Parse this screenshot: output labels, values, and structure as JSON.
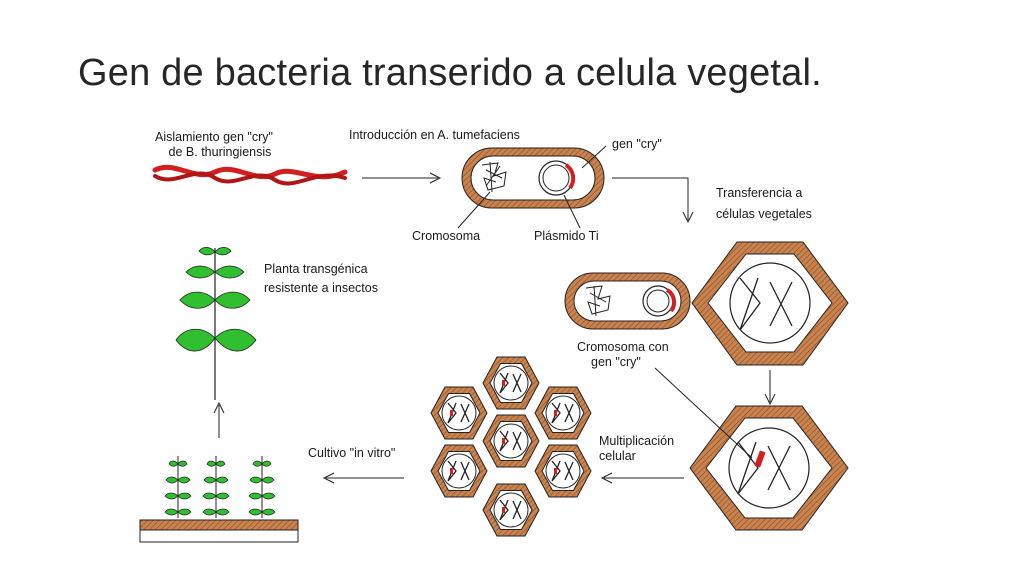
{
  "slide": {
    "title": "Gen de bacteria transerido a celula vegetal."
  },
  "labels": {
    "isolation_line1": "Aislamiento gen \"cry\"",
    "isolation_line2": "de B. thuringiensis",
    "introduction": "Introducción en A. tumefaciens",
    "gen_cry": "gen \"cry\"",
    "cromosoma": "Cromosoma",
    "plasmido": "Plásmido Ti",
    "transfer_line1": "Transferencia a",
    "transfer_line2": "células vegetales",
    "plant_line1": "Planta transgénica",
    "plant_line2": "resistente a insectos",
    "chrom_con_line1": "Cromosoma con",
    "chrom_con_line2": "gen \"cry\"",
    "mult_line1": "Multiplicación",
    "mult_line2": "celular",
    "cultivo": "Cultivo \"in vitro\""
  },
  "colors": {
    "gene_red": "#d21f1f",
    "cell_brown": "#b06a3e",
    "leaf_green": "#2fbf2f",
    "ink": "#1a1a1a"
  }
}
